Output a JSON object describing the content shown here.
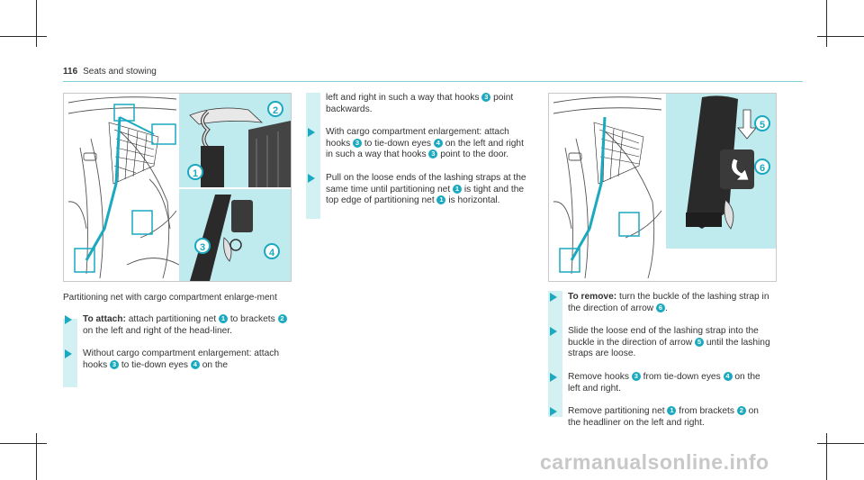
{
  "header": {
    "page_number": "116",
    "section": "Seats and stowing"
  },
  "figure_left": {
    "callouts": [
      "1",
      "2",
      "3",
      "4"
    ]
  },
  "figure_right": {
    "callouts": [
      "5",
      "6"
    ]
  },
  "caption": "Partitioning net with cargo compartment enlarge-ment",
  "colors": {
    "accent": "#1aa9bf",
    "panel": "#bfeaee",
    "bar": "#d3f0f3"
  },
  "col1": {
    "s1": {
      "bold": "To attach:",
      "a": " attach partitioning net ",
      "n1": "1",
      "b": " to brackets ",
      "n2": "2",
      "c": " on the left and right of the head-liner."
    },
    "s2": {
      "a": "Without cargo compartment enlargement: attach hooks ",
      "n1": "3",
      "b": " to tie-down eyes ",
      "n2": "4",
      "c": " on the"
    }
  },
  "col2": {
    "cont": {
      "a": "left and right in such a way that hooks ",
      "n1": "3",
      "b": " point backwards."
    },
    "s1": {
      "a": "With cargo compartment enlargement: attach hooks ",
      "n1": "3",
      "b": " to tie-down eyes ",
      "n2": "4",
      "c": " on the left and right in such a way that hooks ",
      "n3": "3",
      "d": " point to the door."
    },
    "s2": {
      "a": "Pull on the loose ends of the lashing straps at the same time until partitioning net ",
      "n1": "1",
      "b": " is tight and the top edge of partitioning net ",
      "n2": "1",
      "c": " is horizontal."
    }
  },
  "col3": {
    "s1": {
      "bold": "To remove:",
      "a": " turn the buckle of the lashing strap in the direction of arrow ",
      "n1": "6",
      "b": "."
    },
    "s2": {
      "a": "Slide the loose end of the lashing strap into the buckle in the direction of arrow ",
      "n1": "5",
      "b": " until the lashing straps are loose."
    },
    "s3": {
      "a": "Remove hooks ",
      "n1": "3",
      "b": " from tie-down eyes ",
      "n2": "4",
      "c": " on the left and right."
    },
    "s4": {
      "a": "Remove partitioning net ",
      "n1": "1",
      "b": " from brackets ",
      "n2": "2",
      "c": " on the headliner on the left and right."
    }
  },
  "footer": {
    "watermark": "carmanualsonline.info"
  }
}
